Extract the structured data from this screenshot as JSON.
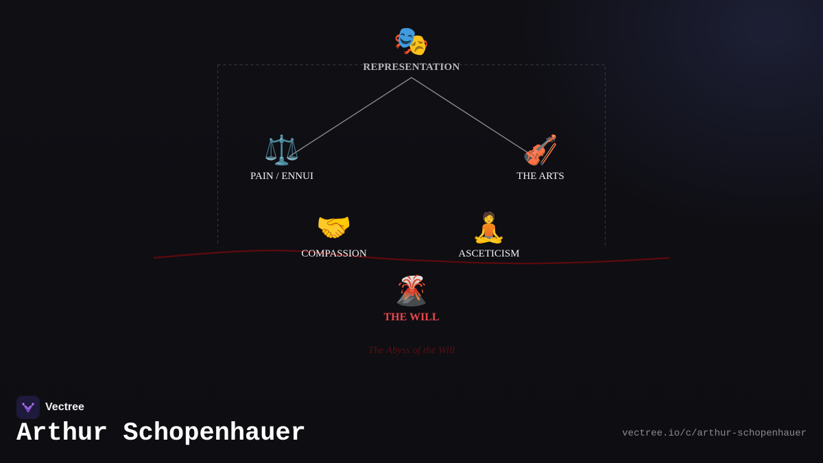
{
  "diagram": {
    "nodes": {
      "representation": {
        "icon": "performing-arts-masks-icon",
        "glyph": "🎭",
        "label": "REPRESENTATION"
      },
      "pain": {
        "icon": "balance-scale-icon",
        "glyph": "⚖️",
        "label": "PAIN / ENNUI"
      },
      "arts": {
        "icon": "violin-icon",
        "glyph": "🎻",
        "label": "THE ARTS"
      },
      "compassion": {
        "icon": "handshake-icon",
        "glyph": "🤝",
        "label": "COMPASSION"
      },
      "asceticism": {
        "icon": "meditating-person-icon",
        "glyph": "🧘",
        "label": "ASCETICISM"
      },
      "will": {
        "icon": "volcano-icon",
        "glyph": "🌋",
        "label": "THE WILL"
      }
    },
    "abyss_caption": "The Abyss of the Will",
    "colors": {
      "will": "#e8474a",
      "abyss_line": "#5a0a0e",
      "connector": "#8a8a8a"
    }
  },
  "brand": {
    "name": "Vectree",
    "icon": "vectree-logo-icon"
  },
  "page_title": "Arthur Schopenhauer",
  "url": "vectree.io/c/arthur-schopenhauer"
}
